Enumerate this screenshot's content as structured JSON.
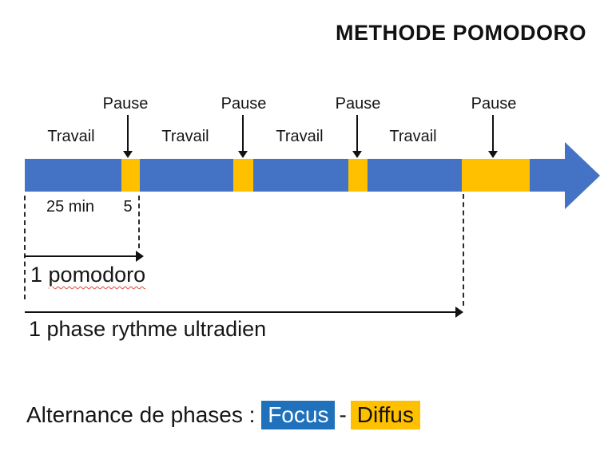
{
  "title": "METHODE POMODORO",
  "timeline": {
    "travail_labels": [
      "Travail",
      "Travail",
      "Travail",
      "Travail"
    ],
    "pause_labels": [
      "Pause",
      "Pause",
      "Pause",
      "Pause"
    ],
    "work_duration_label": "25 min",
    "pause_duration_label": "5",
    "sequence": [
      "travail",
      "pause",
      "travail",
      "pause",
      "travail",
      "pause",
      "travail",
      "pause-longue"
    ],
    "colors": {
      "work_blue": "#4472C4",
      "pause_yellow": "#FFC000"
    }
  },
  "annotations": {
    "pomodoro_prefix": "1 ",
    "pomodoro_word": "pomodoro",
    "ultradian": "1 phase rythme ultradien"
  },
  "footer": {
    "prefix": "Alternance de phases :",
    "focus": "Focus",
    "separator": "-",
    "diffus": "Diffus",
    "focus_bg": "#1F71BC",
    "diffus_bg": "#FFC000"
  }
}
